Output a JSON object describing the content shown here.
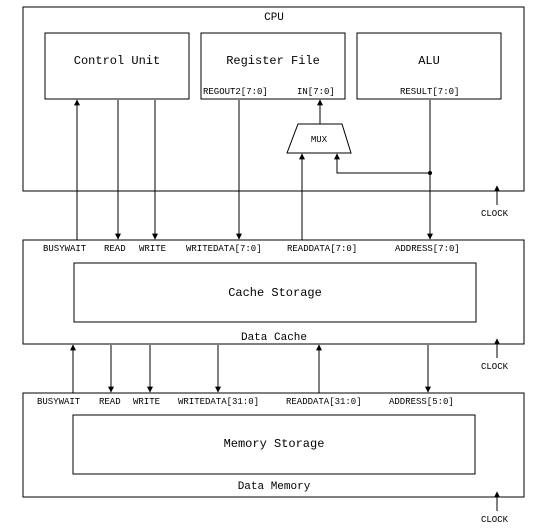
{
  "cpu": {
    "title": "CPU",
    "control_unit": "Control Unit",
    "register_file": "Register File",
    "regout2": "REGOUT2[7:0]",
    "in": "IN[7:0]",
    "alu": "ALU",
    "result": "RESULT[7:0]",
    "mux": "MUX",
    "clock": "CLOCK"
  },
  "cache": {
    "title": "Data Cache",
    "storage": "Cache Storage",
    "clock": "CLOCK",
    "signals": {
      "busywait": "BUSYWAIT",
      "read": "READ",
      "write": "WRITE",
      "writedata": "WRITEDATA[7:0]",
      "readdata": "READDATA[7:0]",
      "address": "ADDRESS[7:0]"
    }
  },
  "memory": {
    "title": "Data Memory",
    "storage": "Memory Storage",
    "clock": "CLOCK",
    "signals": {
      "busywait": "BUSYWAIT",
      "read": "READ",
      "write": "WRITE",
      "writedata": "WRITEDATA[31:0]",
      "readdata": "READDATA[31:0]",
      "address": "ADDRESS[5:0]"
    }
  }
}
